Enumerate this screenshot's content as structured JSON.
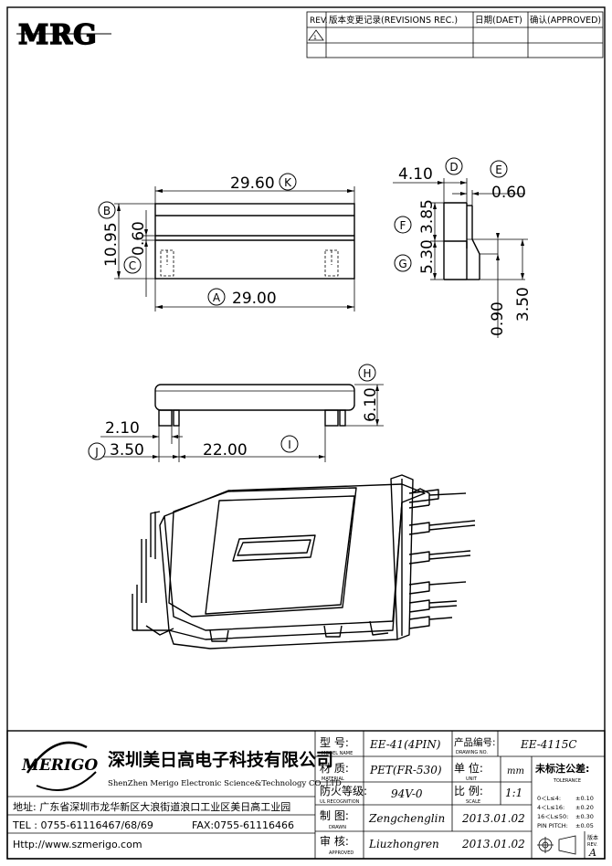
{
  "logo": "MRG",
  "revision_table": {
    "rev": "REV.",
    "record": "版本变更记录(REVISIONS REC.)",
    "date": "日期(DAET)",
    "approved": "确认(APPROVED)"
  },
  "dimensions": {
    "K": {
      "value": "29.60",
      "letter": "K"
    },
    "A": {
      "value": "29.00",
      "letter": "A"
    },
    "B": {
      "value": "10.95",
      "letter": "B"
    },
    "C": {
      "value": "0.60",
      "letter": "C"
    },
    "D": {
      "value": "4.10",
      "letter": "D"
    },
    "E": {
      "value": "0.60",
      "letter": "E"
    },
    "F": {
      "value": "3.85",
      "letter": "F"
    },
    "G": {
      "value": "5.30",
      "letter": "G"
    },
    "v090": {
      "value": "0.90"
    },
    "v350": {
      "value": "3.50"
    },
    "H": {
      "value": "6.10",
      "letter": "H"
    },
    "v210": {
      "value": "2.10"
    },
    "J": {
      "value": "3.50",
      "letter": "J"
    },
    "I": {
      "value": "22.00",
      "letter": "I"
    }
  },
  "title_block": {
    "company_logo": "MERIGO",
    "company_cn": "深圳美日高电子科技有限公司",
    "company_en": "ShenZhen Merigo Electronic Science&Technology CO.,LTD",
    "address": "地址: 广东省深圳市龙华新区大浪街道浪口工业区美日高工业园",
    "tel": "TEL : 0755-61116467/68/69",
    "fax": "FAX:0755-61116466",
    "http": "Http://www.szmerigo.com",
    "model_label": "型 号:",
    "model_label_en": "MODEL NAME",
    "model_value": "EE-41(4PIN)",
    "drawing_no_label": "产品编号:",
    "drawing_no_label_en": "DRAWING NO.",
    "drawing_no_value": "EE-4115C",
    "material_label": "材 质:",
    "material_label_en": "MATERIAL",
    "material_value": "PET(FR-530)",
    "unit_label": "单 位:",
    "unit_label_en": "UNIT",
    "unit_value": "mm",
    "tolerance_label": "未标注公差:",
    "tolerance_label_en": "TOLERANCE",
    "tolerance_rows": [
      {
        "range": "0＜L≤4:",
        "tol": "±0.10"
      },
      {
        "range": "4＜L≤16:",
        "tol": "±0.20"
      },
      {
        "range": "16＜L≤50:",
        "tol": "±0.30"
      },
      {
        "range": "PIN PITCH:",
        "tol": "±0.05"
      }
    ],
    "ul_label": "防火等级:",
    "ul_label_en": "UL RECOGNITION",
    "ul_value": "94V-0",
    "scale_label": "比 例:",
    "scale_label_en": "SCALE",
    "scale_value": "1:1",
    "drawn_label": "制 图:",
    "drawn_label_en": "DRAWN",
    "drawn_value": "Zengchenglin",
    "drawn_date": "2013.01.02",
    "approved_label": "审 核:",
    "approved_label_en": "APPROVED",
    "approved_value": "Liuzhongren",
    "approved_date": "2013.01.02",
    "version_label": "版本",
    "version_label_en": "REV.",
    "version_value": "A"
  }
}
